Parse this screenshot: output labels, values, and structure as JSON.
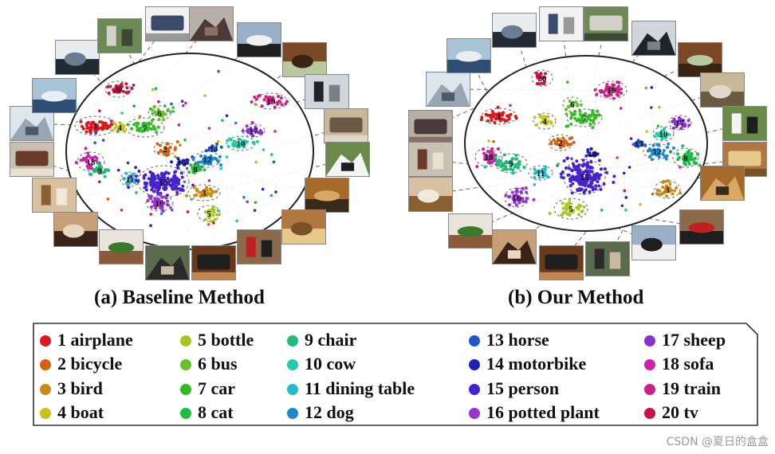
{
  "captions": {
    "a": "(a) Baseline Method",
    "b": "(b) Our Method"
  },
  "watermark": "CSDN @夏日的盒盒",
  "classes": [
    {
      "id": 1,
      "label": "1 airplane",
      "num": "1",
      "color": "#d7191c"
    },
    {
      "id": 2,
      "label": "2 bicycle",
      "num": "2",
      "color": "#d95f0e"
    },
    {
      "id": 3,
      "label": "3 bird",
      "num": "3",
      "color": "#cc8a16"
    },
    {
      "id": 4,
      "label": "4 boat",
      "num": "4",
      "color": "#c8c21a"
    },
    {
      "id": 5,
      "label": "5 bottle",
      "num": "5",
      "color": "#a6c81e"
    },
    {
      "id": 6,
      "label": "6 bus",
      "num": "6",
      "color": "#66c02a"
    },
    {
      "id": 7,
      "label": "7 car",
      "num": "7",
      "color": "#33bb22"
    },
    {
      "id": 8,
      "label": "8 cat",
      "num": "8",
      "color": "#1fbb44"
    },
    {
      "id": 9,
      "label": "9 chair",
      "num": "9",
      "color": "#1fbb77"
    },
    {
      "id": 10,
      "label": "10 cow",
      "num": "10",
      "color": "#22ccaa"
    },
    {
      "id": 11,
      "label": "11 dining table",
      "num": "11",
      "color": "#22bbcc"
    },
    {
      "id": 12,
      "label": "12 dog",
      "num": "12",
      "color": "#1e88cc"
    },
    {
      "id": 13,
      "label": "13 horse",
      "num": "13",
      "color": "#1e55cc"
    },
    {
      "id": 14,
      "label": "14 motorbike",
      "num": "14",
      "color": "#1e22bb"
    },
    {
      "id": 15,
      "label": "15 person",
      "num": "15",
      "color": "#4422cc"
    },
    {
      "id": 16,
      "label": "16 potted plant",
      "num": "16",
      "color": "#9933cc"
    },
    {
      "id": 17,
      "label": "17 sheep",
      "num": "17",
      "color": "#8833cc"
    },
    {
      "id": 18,
      "label": "18 sofa",
      "num": "18",
      "color": "#cc22aa"
    },
    {
      "id": 19,
      "label": "19 train",
      "num": "19",
      "color": "#cc2288"
    },
    {
      "id": 20,
      "label": "20 tv",
      "num": "20",
      "color": "#cc1144"
    }
  ],
  "panels": {
    "baseline": {
      "thumbnails": [
        {
          "subject": "aeroplane",
          "image": "airplane-photo",
          "colors": [
            "#dde6ee",
            "#9aa7b3",
            "#4a5a6a"
          ]
        },
        {
          "subject": "ship",
          "image": "boat-photo",
          "colors": [
            "#a8c4d8",
            "#e8eef2",
            "#2e4f73"
          ]
        },
        {
          "subject": "monitors",
          "image": "tv-photo",
          "colors": [
            "#e9edf0",
            "#222a33",
            "#6c7c90"
          ]
        },
        {
          "subject": "vintage car",
          "image": "car-photo",
          "colors": [
            "#6d8a55",
            "#d2d2c8",
            "#3d4a33"
          ]
        },
        {
          "subject": "white bus",
          "image": "bus-photo",
          "colors": [
            "#f2f2f2",
            "#3b4b6b",
            "#999999"
          ]
        },
        {
          "subject": "bicycles",
          "image": "bicycle-photo",
          "colors": [
            "#b8b0a8",
            "#4a3a3a",
            "#8a7060"
          ]
        },
        {
          "subject": "motorbike",
          "image": "motorbike-photo",
          "colors": [
            "#9ab0c8",
            "#f0f0f0",
            "#1e1e1e"
          ]
        },
        {
          "subject": "horse",
          "image": "horse-photo",
          "colors": [
            "#7a4a28",
            "#b8c8a0",
            "#3a2414"
          ]
        },
        {
          "subject": "steam train",
          "image": "train-photo",
          "colors": [
            "#cfd6dc",
            "#20242a",
            "#7a8088"
          ]
        },
        {
          "subject": "sheep",
          "image": "sheep-photo",
          "colors": [
            "#c8b89a",
            "#6a5a44",
            "#e0d8c8"
          ]
        },
        {
          "subject": "cow",
          "image": "cow-photo",
          "colors": [
            "#6a8a4a",
            "#f4f4f4",
            "#1e1e1e"
          ]
        },
        {
          "subject": "dog",
          "image": "dog-photo",
          "colors": [
            "#a66a2a",
            "#d8a864",
            "#3a2a1a"
          ]
        },
        {
          "subject": "cat",
          "image": "cat-photo",
          "colors": [
            "#b07840",
            "#e8c88a",
            "#7a5228"
          ]
        },
        {
          "subject": "bird",
          "image": "bird-photo",
          "colors": [
            "#8a6a4a",
            "#c02020",
            "#1e1e1e"
          ]
        },
        {
          "subject": "bottle",
          "image": "bottle-photo",
          "colors": [
            "#6a3a1a",
            "#1e1e1e",
            "#c08850"
          ]
        },
        {
          "subject": "person",
          "image": "person-photo",
          "colors": [
            "#5a6a4a",
            "#2a2a2a",
            "#c8b8a0"
          ]
        },
        {
          "subject": "potted plant",
          "image": "potted-plant-photo",
          "colors": [
            "#e8e4dc",
            "#3a7a2a",
            "#8a5a3a"
          ]
        },
        {
          "subject": "dining table",
          "image": "dining-table-photo",
          "colors": [
            "#c8a078",
            "#3a2418",
            "#e8d8c0"
          ]
        },
        {
          "subject": "chairs",
          "image": "chair-photo",
          "colors": [
            "#d8c0a0",
            "#8a6030",
            "#f0e8d8"
          ]
        },
        {
          "subject": "sofa",
          "image": "sofa-photo",
          "colors": [
            "#c8c0b0",
            "#6a3a2a",
            "#e8e0d0"
          ]
        }
      ]
    },
    "ours": {
      "thumbnails": [
        {
          "subject": "bicycles",
          "image": "bicycle-photo",
          "colors": [
            "#b8b0a8",
            "#4a3a3a",
            "#8a7060"
          ]
        },
        {
          "subject": "aeroplane",
          "image": "airplane-photo",
          "colors": [
            "#dde6ee",
            "#9aa7b3",
            "#4a5a6a"
          ]
        },
        {
          "subject": "ship",
          "image": "boat-photo",
          "colors": [
            "#a8c4d8",
            "#e8eef2",
            "#2e4f73"
          ]
        },
        {
          "subject": "monitors",
          "image": "tv-photo",
          "colors": [
            "#e9edf0",
            "#222a33",
            "#6c7c90"
          ]
        },
        {
          "subject": "white bus",
          "image": "bus-photo",
          "colors": [
            "#f2f2f2",
            "#3b4b6b",
            "#999999"
          ]
        },
        {
          "subject": "vintage car",
          "image": "car-photo",
          "colors": [
            "#6d8a55",
            "#d2d2c8",
            "#3d4a33"
          ]
        },
        {
          "subject": "steam train",
          "image": "train-photo",
          "colors": [
            "#cfd6dc",
            "#20242a",
            "#7a8088"
          ]
        },
        {
          "subject": "horse",
          "image": "horse-photo",
          "colors": [
            "#7a4a28",
            "#b8c8a0",
            "#3a2414"
          ]
        },
        {
          "subject": "sheep",
          "image": "sheep-photo",
          "colors": [
            "#c8b89a",
            "#6a5a44",
            "#e0d8c8"
          ]
        },
        {
          "subject": "cow",
          "image": "cow-photo",
          "colors": [
            "#6a8a4a",
            "#f4f4f4",
            "#1e1e1e"
          ]
        },
        {
          "subject": "cat",
          "image": "cat-photo",
          "colors": [
            "#b07840",
            "#e8c88a",
            "#7a5228"
          ]
        },
        {
          "subject": "dog",
          "image": "dog-photo",
          "colors": [
            "#a66a2a",
            "#d8a864",
            "#3a2a1a"
          ]
        },
        {
          "subject": "bird",
          "image": "bird-photo",
          "colors": [
            "#8a6a4a",
            "#c02020",
            "#1e1e1e"
          ]
        },
        {
          "subject": "motorbike",
          "image": "motorbike-photo",
          "colors": [
            "#9ab0c8",
            "#f0f0f0",
            "#1e1e1e"
          ]
        },
        {
          "subject": "person",
          "image": "person-photo",
          "colors": [
            "#5a6a4a",
            "#2a2a2a",
            "#c8b8a0"
          ]
        },
        {
          "subject": "bottle",
          "image": "bottle-photo",
          "colors": [
            "#6a3a1a",
            "#1e1e1e",
            "#c08850"
          ]
        },
        {
          "subject": "dining table",
          "image": "dining-table-photo",
          "colors": [
            "#c8a078",
            "#3a2418",
            "#e8d8c0"
          ]
        },
        {
          "subject": "potted plant",
          "image": "potted-plant-photo",
          "colors": [
            "#e8e4dc",
            "#3a7a2a",
            "#8a5a3a"
          ]
        },
        {
          "subject": "chairs",
          "image": "chair-photo",
          "colors": [
            "#d8c0a0",
            "#8a6030",
            "#f0e8d8"
          ]
        },
        {
          "subject": "sofa",
          "image": "sofa-photo",
          "colors": [
            "#c8c0b0",
            "#6a3a2a",
            "#e8e0d0"
          ]
        }
      ]
    }
  }
}
